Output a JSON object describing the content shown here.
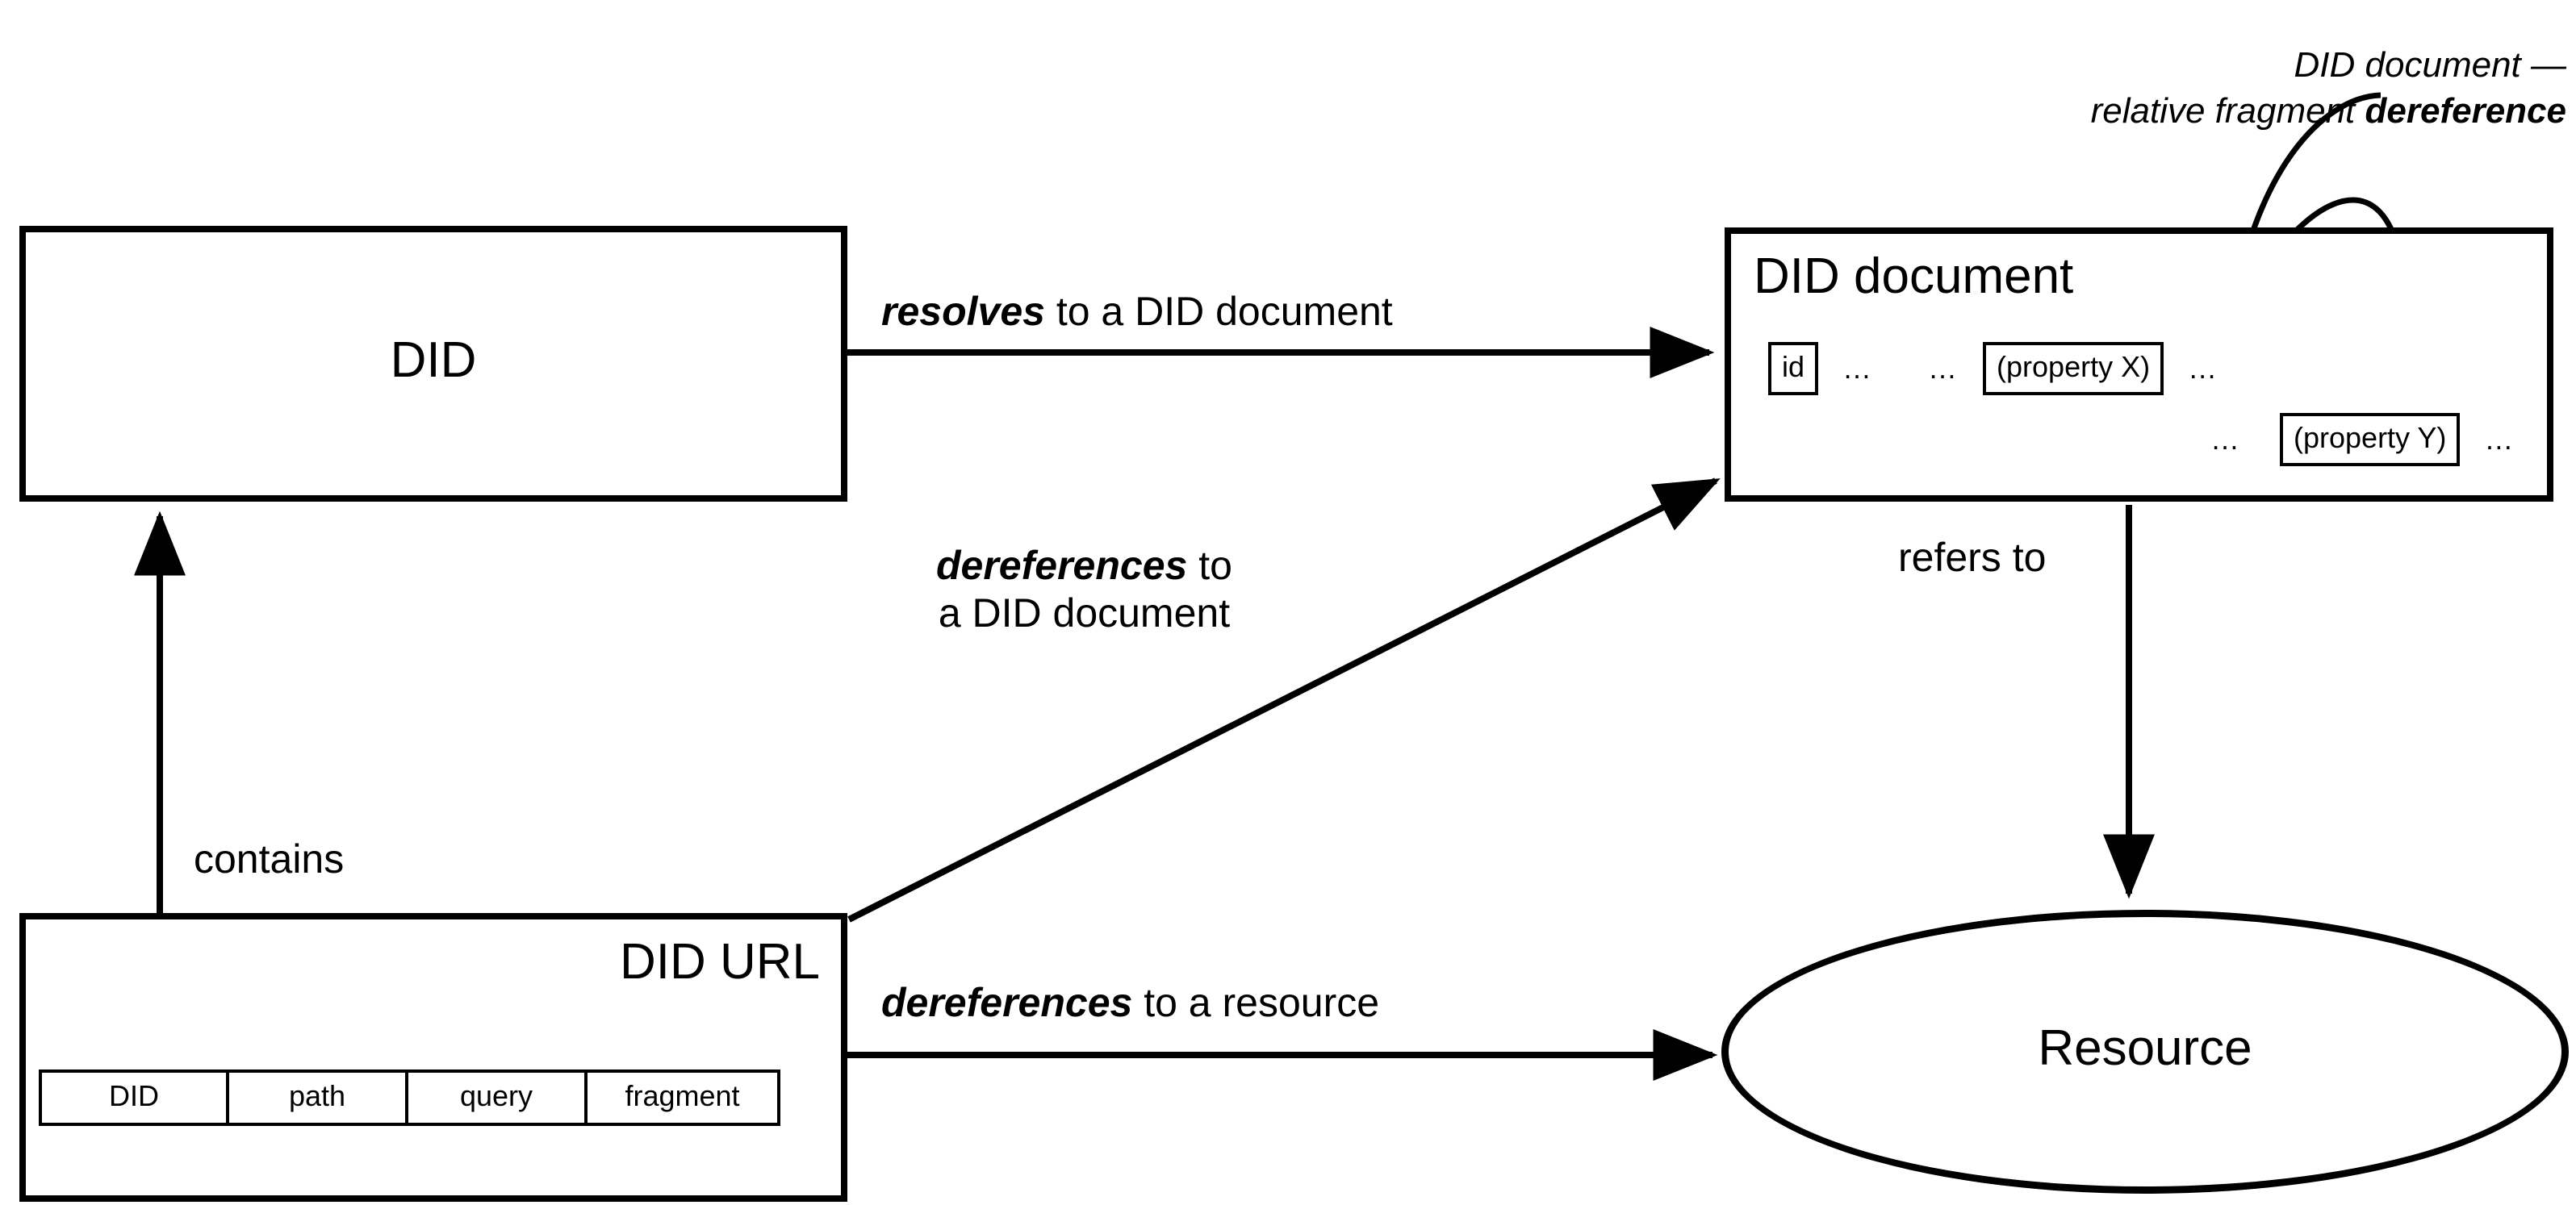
{
  "diagram": {
    "title": "DID and DID URL resolution / dereferencing",
    "stroke_color": "#000000",
    "background_color": "#ffffff"
  },
  "nodes": {
    "did": {
      "label": "DID",
      "shape": "rectangle"
    },
    "did_document": {
      "label": "DID document",
      "shape": "rectangle",
      "rows": [
        {
          "items": [
            {
              "kind": "chip",
              "label": "id"
            },
            {
              "kind": "ellipsis",
              "label": "…"
            },
            {
              "kind": "ellipsis",
              "label": "…"
            },
            {
              "kind": "chip",
              "label": "(property X)"
            },
            {
              "kind": "ellipsis",
              "label": "…"
            }
          ]
        },
        {
          "items": [
            {
              "kind": "ellipsis",
              "label": "…"
            },
            {
              "kind": "chip",
              "label": "(property Y)"
            },
            {
              "kind": "ellipsis",
              "label": "…"
            }
          ]
        }
      ]
    },
    "did_url": {
      "label": "DID URL",
      "shape": "rectangle",
      "segments": [
        {
          "label": "DID"
        },
        {
          "label": "path"
        },
        {
          "label": "query"
        },
        {
          "label": "fragment"
        }
      ]
    },
    "resource": {
      "label": "Resource",
      "shape": "ellipse"
    }
  },
  "edges": {
    "resolves": {
      "from": "did",
      "to": "did_document",
      "emphasis": "resolves",
      "rest": " to a DID document"
    },
    "dereferences_to_document": {
      "from": "did_url",
      "to": "did_document",
      "emphasis": "dereferences",
      "rest": " to",
      "line2": "a DID document"
    },
    "dereferences_to_resource": {
      "from": "did_url",
      "to": "resource",
      "emphasis": "dereferences",
      "rest": " to a resource"
    },
    "contains": {
      "from": "did_url",
      "to": "did",
      "label": "contains"
    },
    "refers_to": {
      "from": "did_document",
      "to": "resource",
      "label": "refers to"
    },
    "relative_fragment_dereference": {
      "from": "property_x",
      "to": "property_y",
      "annotation_line1": "DID document —",
      "annotation_line2_plain": "relative fragment ",
      "annotation_line2_emphasis": "dereference"
    }
  }
}
